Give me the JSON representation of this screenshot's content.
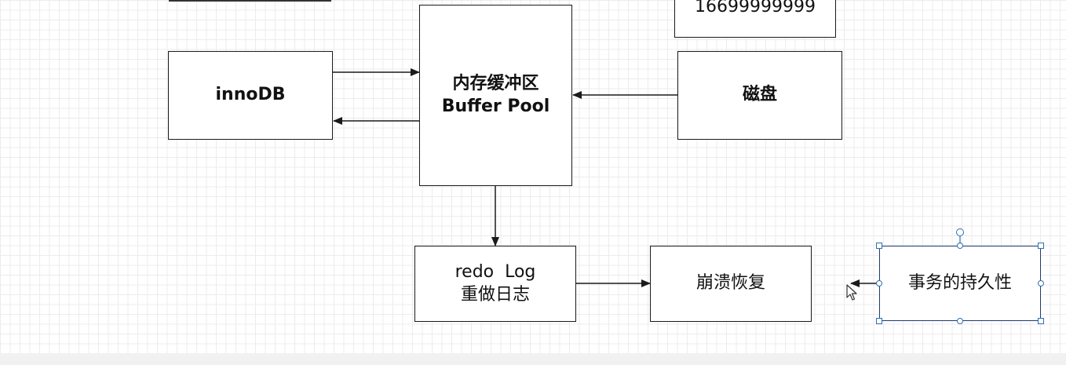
{
  "diagram": {
    "nodes": {
      "innodb": {
        "label": [
          "innoDB"
        ]
      },
      "buffer_pool": {
        "label": [
          "内存缓冲区",
          "Buffer Pool"
        ]
      },
      "disk": {
        "label": [
          "磁盘"
        ]
      },
      "phone": {
        "label": [
          "16699999999"
        ]
      },
      "redo_log": {
        "label": [
          "redo  Log",
          "重做日志"
        ]
      },
      "crash_recovery": {
        "label": [
          "崩溃恢复"
        ]
      },
      "durability": {
        "label": [
          "事务的持久性"
        ]
      }
    },
    "edges": [
      {
        "from": "innodb",
        "to": "buffer_pool"
      },
      {
        "from": "buffer_pool",
        "to": "innodb"
      },
      {
        "from": "disk",
        "to": "buffer_pool"
      },
      {
        "from": "buffer_pool",
        "to": "redo_log"
      },
      {
        "from": "redo_log",
        "to": "crash_recovery"
      },
      {
        "from": "durability",
        "to": "crash_recovery"
      }
    ],
    "selected_node": "durability",
    "colors": {
      "stroke": "#1a1a1a",
      "selection": "#2f6fb3"
    }
  }
}
